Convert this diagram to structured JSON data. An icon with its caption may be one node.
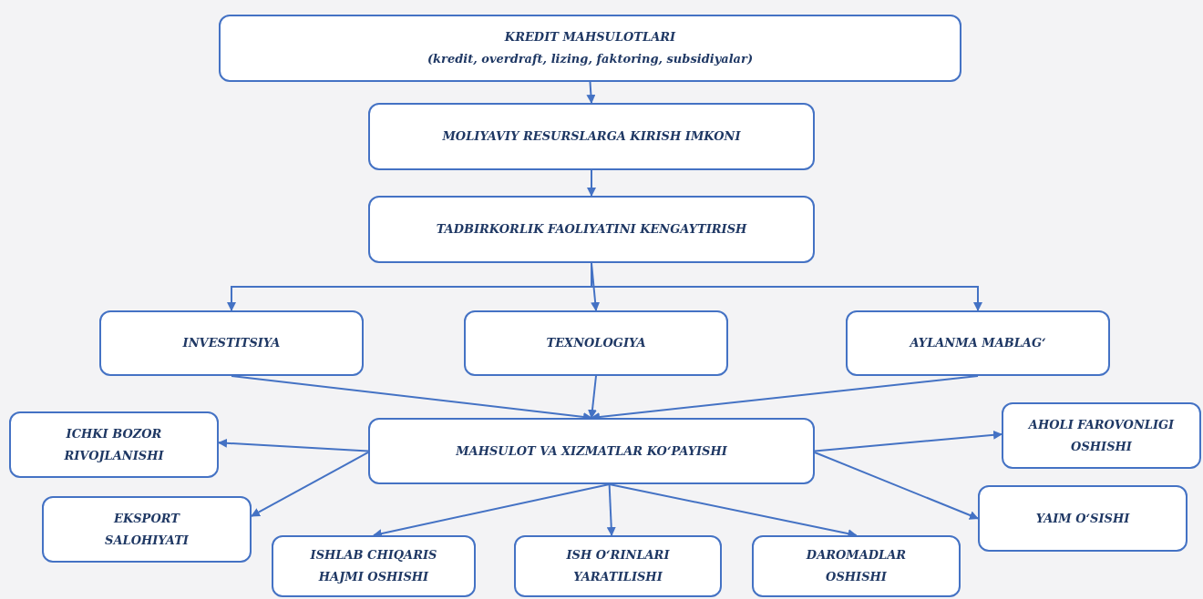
{
  "diagram": {
    "nodes": [
      {
        "text": [
          "KREDIT MAHSULOTLARI",
          "(kredit, overdraft, lizing, faktoring, subsidiyalar)"
        ]
      },
      {
        "text": [
          "MOLIYAVIY RESURSLARGA KIRISH IMKONI"
        ]
      },
      {
        "text": [
          "TADBIRKORLIK FAOLIYATINI KENGAYTIRISH"
        ]
      },
      {
        "text": [
          "INVESTITSIYA"
        ]
      },
      {
        "text": [
          "TEXNOLOGIYA"
        ]
      },
      {
        "text": [
          "AYLANMA MABLAG‘"
        ]
      },
      {
        "text": [
          "MAHSULOT VA XIZMATLAR KO‘PAYISHI"
        ]
      },
      {
        "text": [
          "ICHKI BOZOR RIVOJLANISHI"
        ]
      },
      {
        "text": [
          "EKSPORT SALOHIYATI"
        ]
      },
      {
        "text": [
          "ISHLAB CHIQARIS HAJMI OSHISHI"
        ]
      },
      {
        "text": [
          "ISH O‘RINLARI YARATILISHI"
        ]
      },
      {
        "text": [
          "DAROMADLAR OSHISHI"
        ]
      },
      {
        "text": [
          "AHOLI FAROVONLIGI OSHISHI"
        ]
      },
      {
        "text": [
          "YAIM O‘SISHI"
        ]
      }
    ],
    "edges": [
      {
        "from": 0,
        "to": 1,
        "arrow": "to"
      },
      {
        "from": 1,
        "to": 2,
        "arrow": "to"
      },
      {
        "from": 2,
        "to": 3,
        "arrow": "to"
      },
      {
        "from": 2,
        "to": 4,
        "arrow": "to"
      },
      {
        "from": 2,
        "to": 5,
        "arrow": "to"
      },
      {
        "from": 3,
        "to": 6,
        "arrow": "to"
      },
      {
        "from": 4,
        "to": 6,
        "arrow": "to"
      },
      {
        "from": 5,
        "to": 6,
        "arrow": "to"
      },
      {
        "from": 6,
        "to": 7,
        "arrow": "to"
      },
      {
        "from": 6,
        "to": 8,
        "arrow": "to"
      },
      {
        "from": 6,
        "to": 9,
        "arrow": "to"
      },
      {
        "from": 6,
        "to": 10,
        "arrow": "to"
      },
      {
        "from": 6,
        "to": 11,
        "arrow": "to"
      },
      {
        "from": 6,
        "to": 12,
        "arrow": "to"
      },
      {
        "from": 6,
        "to": 13,
        "arrow": "to"
      }
    ]
  }
}
